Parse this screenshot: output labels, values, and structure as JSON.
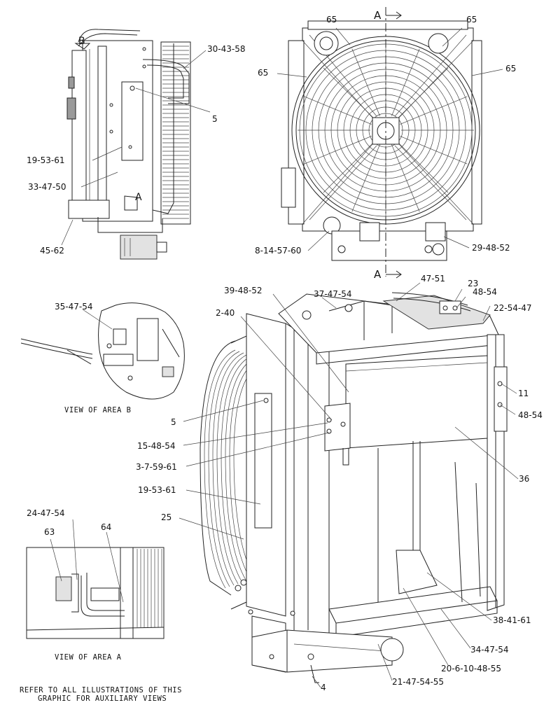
{
  "callouts": {
    "c_30_43_58": "30-43-58",
    "c_5_top": "5",
    "c_19_53_61_top": "19-53-61",
    "c_33_47_50": "33-47-50",
    "c_45_62": "45-62",
    "c_65_a": "65",
    "c_65_b": "65",
    "c_65_c": "65",
    "c_65_d": "65",
    "c_8_14_57_60": "8-14-57-60",
    "c_29_48_52": "29-48-52",
    "c_39_48_52": "39-48-52",
    "c_37_47_54": "37-47-54",
    "c_47_51": "47-51",
    "c_23": "23",
    "c_48_54_top": "48-54",
    "c_22_54_47": "22-54-47",
    "c_2_40": "2-40",
    "c_35_47_54": "35-47-54",
    "c_11": "11",
    "c_48_54_right": "48-54",
    "c_5_main": "5",
    "c_15_48_54": "15-48-54",
    "c_3_7_59_61": "3-7-59-61",
    "c_36": "36",
    "c_19_53_61_main": "19-53-61",
    "c_25": "25",
    "c_24_47_54": "24-47-54",
    "c_63": "63",
    "c_64": "64",
    "c_38_41_61": "38-41-61",
    "c_34_47_54": "34-47-54",
    "c_20_6_10_48_55": "20-6-10-48-55",
    "c_21_47_54_55": "21-47-54-55",
    "c_4": "4"
  },
  "markers": {
    "view_b": "B",
    "view_a": "A",
    "section_top": "A",
    "section_bottom": "A"
  },
  "captions": {
    "view_area_b": "VIEW OF AREA B",
    "view_area_a": "VIEW OF AREA A",
    "refer_line1": "REFER TO ALL ILLUSTRATIONS OF THIS",
    "refer_line2": "GRAPHIC FOR AUXILIARY VIEWS"
  }
}
